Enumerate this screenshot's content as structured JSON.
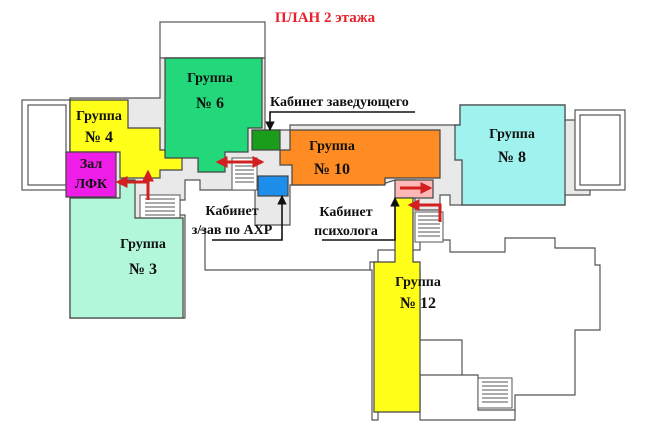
{
  "title": {
    "text": "ПЛАН  2 этажа",
    "color": "#e8202a"
  },
  "colors": {
    "yellow": "#ffff1a",
    "green": "#22d87a",
    "orange": "#ff8c23",
    "cyan": "#9ff2ee",
    "aqua_green": "#b3f7da",
    "magenta": "#ee1ee8",
    "dark_green": "#1a9d1a",
    "blue": "#1d8eea",
    "pink": "#ffb8b8",
    "arrow": "#d21f1f"
  },
  "rooms": {
    "group4": {
      "line1": "Группа",
      "line2": "№ 4"
    },
    "group6": {
      "line1": "Группа",
      "line2": "№ 6"
    },
    "group10": {
      "line1": "Группа",
      "line2": "№ 10"
    },
    "group8": {
      "line1": "Группа",
      "line2": "№ 8"
    },
    "group3": {
      "line1": "Группа",
      "line2": "№ 3"
    },
    "group12": {
      "line1": "Группа",
      "line2": "№ 12"
    },
    "gym": {
      "line1": "Зал",
      "line2": "ЛФК"
    }
  },
  "callouts": {
    "head_office": "Кабинет заведующего",
    "deputy_office_1": "Кабинет",
    "deputy_office_2": "з/зав по АХР",
    "psych_office_1": "Кабинет",
    "psych_office_2": "психолога"
  }
}
